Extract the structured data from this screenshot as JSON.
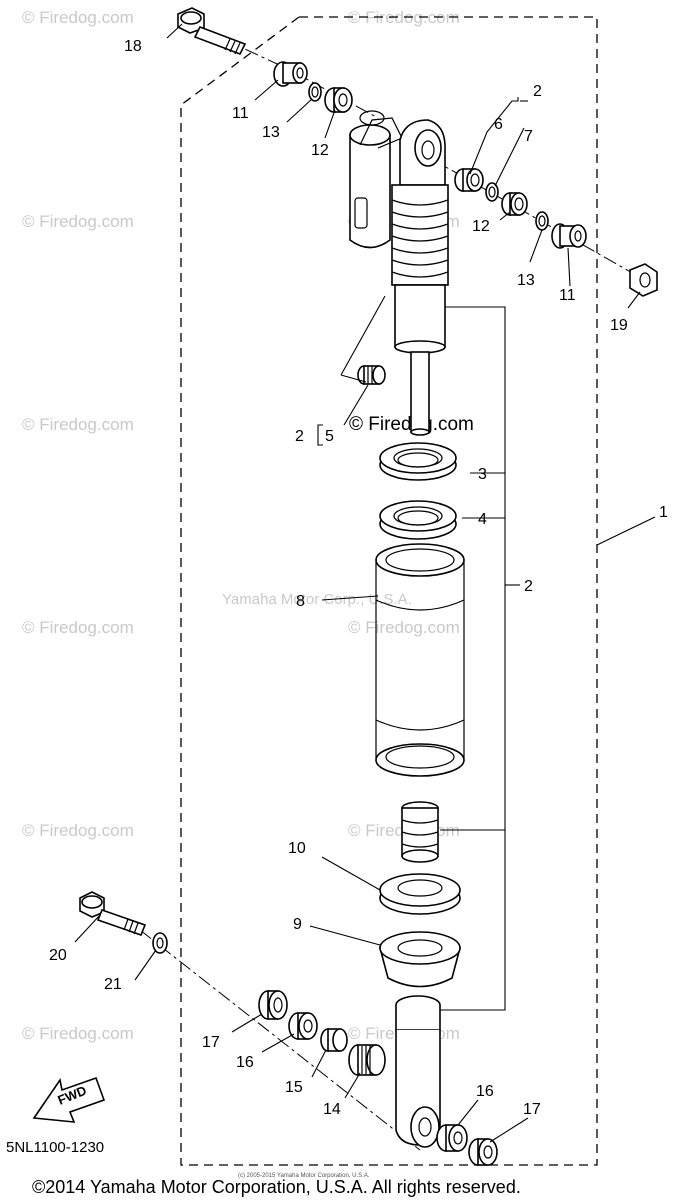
{
  "watermarks": {
    "site": "© Firedog.com",
    "center": "© Firedog.com",
    "maker_faint": "Yamaha Motor Corp., U.S.A."
  },
  "callouts": {
    "c1": "1",
    "c2_top": "2",
    "c2_mid": "2",
    "c2_left": "2",
    "c3": "3",
    "c4": "4",
    "c5": "5",
    "c6": "6",
    "c7": "7",
    "c8": "8",
    "c9": "9",
    "c10": "10",
    "c11_left": "11",
    "c11_right": "11",
    "c12_left": "12",
    "c12_right": "12",
    "c13_left": "13",
    "c13_right": "13",
    "c14": "14",
    "c15": "15",
    "c16_left": "16",
    "c16_right": "16",
    "c17_left": "17",
    "c17_right": "17",
    "c18": "18",
    "c19": "19",
    "c20": "20",
    "c21": "21"
  },
  "fwd_badge": "FWD",
  "diagram_code": "5NL1100-1230",
  "copyright": "©2014 Yamaha Motor Corporation, U.S.A. All rights reserved.",
  "copyright_small": "(c) 2005-2015 Yamaha Motor Corporation, U.S.A."
}
